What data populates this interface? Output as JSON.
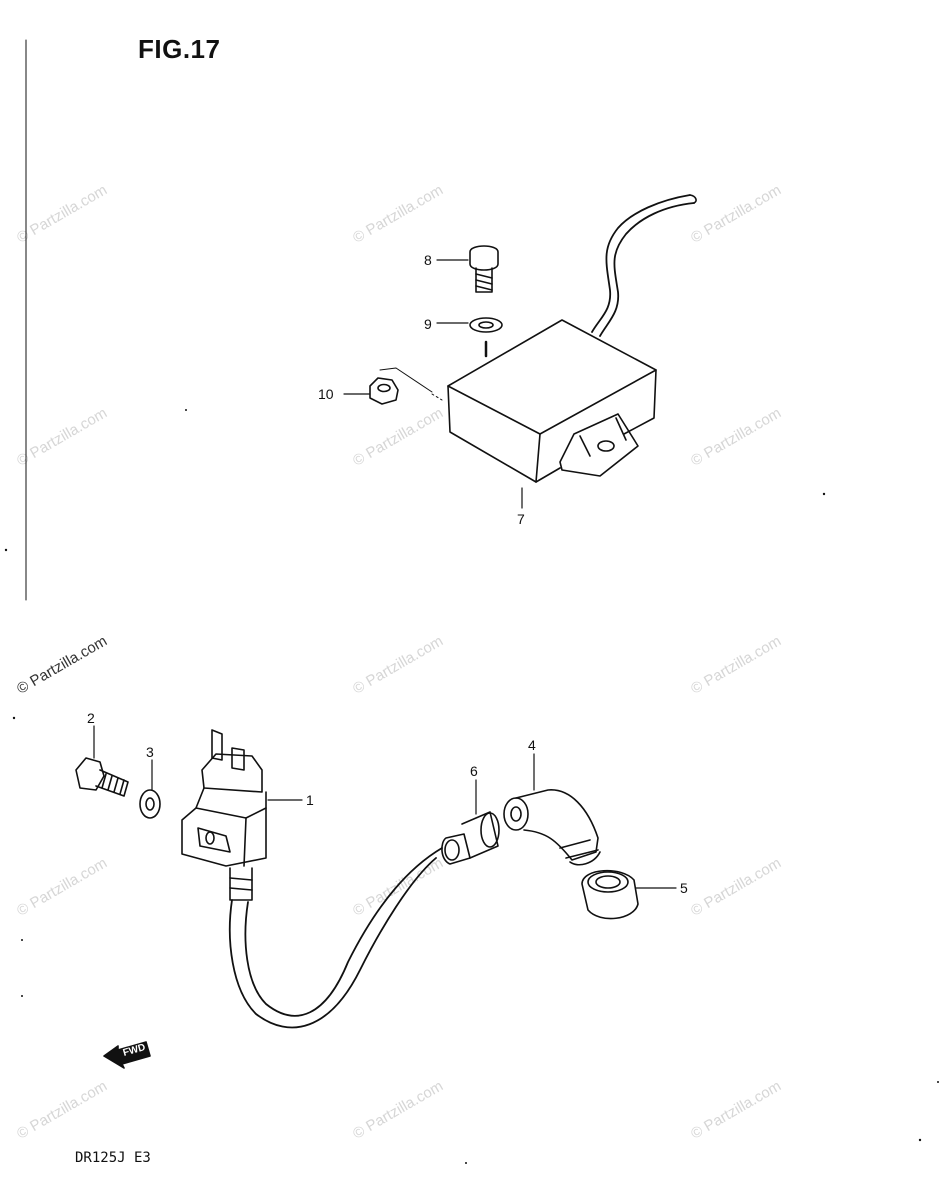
{
  "figure": {
    "title": "FIG.17",
    "model_code": "DR125J  E3",
    "fwd_label": "FWD"
  },
  "callouts": [
    {
      "id": "1",
      "label": "1"
    },
    {
      "id": "2",
      "label": "2"
    },
    {
      "id": "3",
      "label": "3"
    },
    {
      "id": "4",
      "label": "4"
    },
    {
      "id": "5",
      "label": "5"
    },
    {
      "id": "6",
      "label": "6"
    },
    {
      "id": "7",
      "label": "7"
    },
    {
      "id": "8",
      "label": "8"
    },
    {
      "id": "9",
      "label": "9"
    },
    {
      "id": "10",
      "label": "10"
    }
  ],
  "watermark": {
    "text": "© Partzilla.com"
  }
}
